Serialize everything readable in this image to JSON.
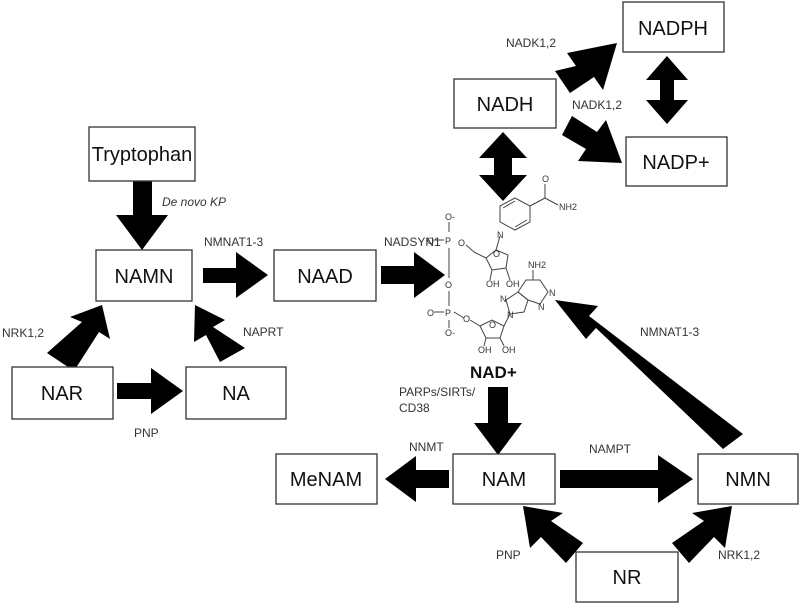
{
  "nodes": {
    "tryptophan": "Tryptophan",
    "namn": "NAMN",
    "naad": "NAAD",
    "nar": "NAR",
    "na": "NA",
    "nadh": "NADH",
    "nadph": "NADPH",
    "nadp": "NADP+",
    "menam": "MeNAM",
    "nam": "NAM",
    "nmn": "NMN",
    "nr": "NR",
    "nad": "NAD+"
  },
  "enzymes": {
    "de_novo": "De novo KP",
    "nmnat_top": "NMNAT1-3",
    "nadsyn": "NADSYN1",
    "nrk_left": "NRK1,2",
    "naprt": "NAPRT",
    "pnp_left": "PNP",
    "nadk_top": "NADK1,2",
    "nadk_mid": "NADK1,2",
    "nmnat_right": "NMNAT1-3",
    "parps_line1": "PARPs/SIRTs/",
    "parps_line2": "CD38",
    "nnmt": "NNMT",
    "nampt": "NAMPT",
    "pnp_bottom": "PNP",
    "nrk_bottom": "NRK1,2"
  },
  "molecule": {
    "atom_O": "O",
    "atom_P": "P",
    "atom_N": "N",
    "atom_NH2": "NH2",
    "atom_OH": "OH",
    "atom_O_minus": "O-"
  }
}
